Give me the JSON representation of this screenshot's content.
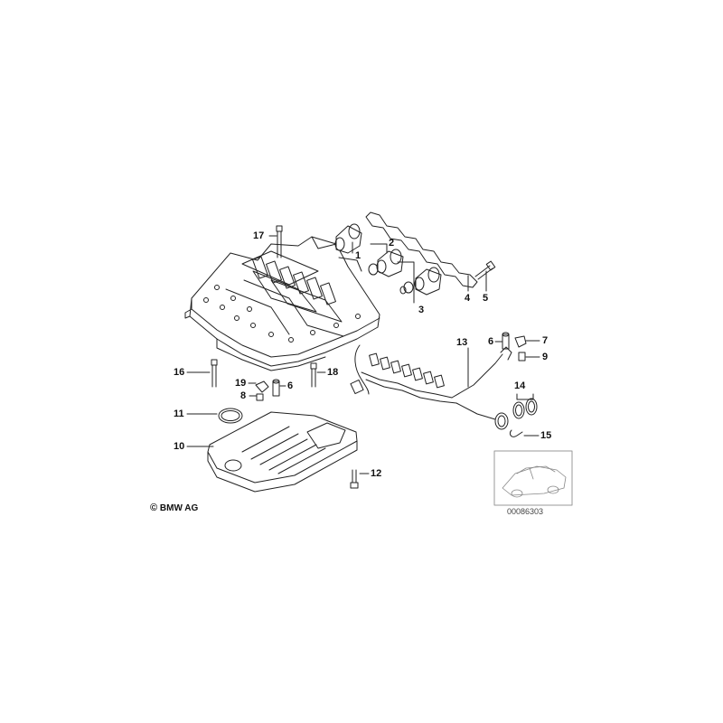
{
  "diagram": {
    "callouts": [
      {
        "id": "1",
        "label": "1"
      },
      {
        "id": "2",
        "label": "2"
      },
      {
        "id": "3",
        "label": "3"
      },
      {
        "id": "4",
        "label": "4"
      },
      {
        "id": "5",
        "label": "5"
      },
      {
        "id": "6a",
        "label": "6"
      },
      {
        "id": "6b",
        "label": "6"
      },
      {
        "id": "7",
        "label": "7"
      },
      {
        "id": "8",
        "label": "8"
      },
      {
        "id": "9",
        "label": "9"
      },
      {
        "id": "10",
        "label": "10"
      },
      {
        "id": "11",
        "label": "11"
      },
      {
        "id": "12",
        "label": "12"
      },
      {
        "id": "13",
        "label": "13"
      },
      {
        "id": "14",
        "label": "14"
      },
      {
        "id": "15",
        "label": "15"
      },
      {
        "id": "16",
        "label": "16"
      },
      {
        "id": "17",
        "label": "17"
      },
      {
        "id": "18",
        "label": "18"
      },
      {
        "id": "19",
        "label": "19"
      }
    ],
    "copyright": "BMW AG",
    "copyright_symbol": "©",
    "catalog_number": "00086303",
    "line_color": "#222222"
  }
}
